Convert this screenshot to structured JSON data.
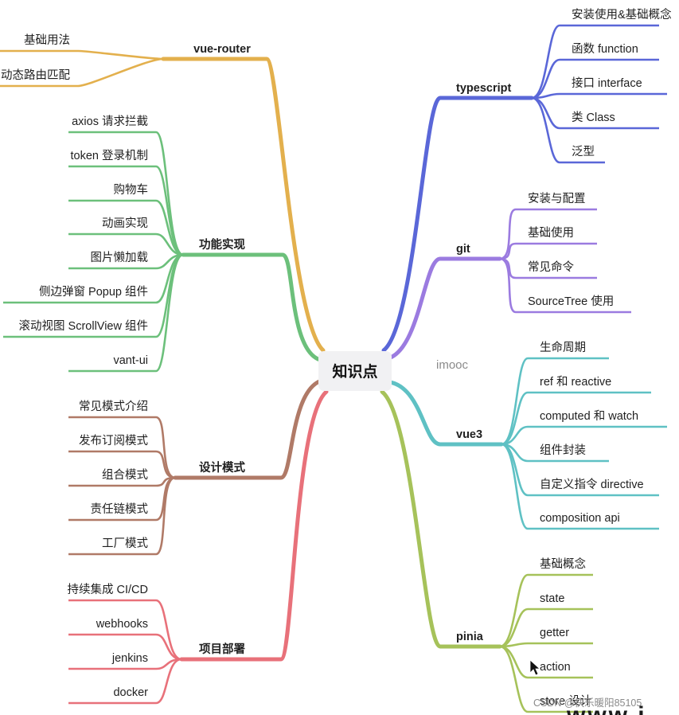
{
  "root": {
    "label": "知识点"
  },
  "branches": [
    {
      "label": "vue-router",
      "color": "#e3b04d",
      "children": [
        "基础用法",
        "动态路由匹配"
      ]
    },
    {
      "label": "功能实现",
      "color": "#6cc07b",
      "children": [
        "axios 请求拦截",
        "token 登录机制",
        "购物车",
        "动画实现",
        "图片懒加载",
        "侧边弹窗 Popup 组件",
        "滚动视图 ScrollView 组件",
        "vant-ui"
      ]
    },
    {
      "label": "设计模式",
      "color": "#b07a67",
      "children": [
        "常见模式介绍",
        "发布订阅模式",
        "组合模式",
        "责任链模式",
        "工厂模式"
      ]
    },
    {
      "label": "项目部署",
      "color": "#e8717a",
      "children": [
        "持续集成 CI/CD",
        "webhooks",
        "jenkins",
        "docker"
      ]
    },
    {
      "label": "typescript",
      "color": "#5a67d8",
      "children": [
        "安装使用&基础概念",
        "函数 function",
        "接口 interface",
        "类 Class",
        "泛型"
      ]
    },
    {
      "label": "git",
      "color": "#9b7be0",
      "children": [
        "安装与配置",
        "基础使用",
        "常见命令",
        "SourceTree 使用"
      ]
    },
    {
      "label": "vue3",
      "color": "#5fc1c4",
      "children": [
        "生命周期",
        "ref 和 reactive",
        "computed 和 watch",
        "组件封装",
        "自定义指令 directive",
        "composition api"
      ]
    },
    {
      "label": "pinia",
      "color": "#a6c25a",
      "children": [
        "基础概念",
        "state",
        "getter",
        "action",
        "store 设计"
      ]
    }
  ],
  "watermarks": {
    "imooc": "imooc",
    "csdn": "CSDN @快乐暖阳85105",
    "www": "www.i"
  },
  "icons": {
    "cursor": "mouse-pointer-icon"
  }
}
